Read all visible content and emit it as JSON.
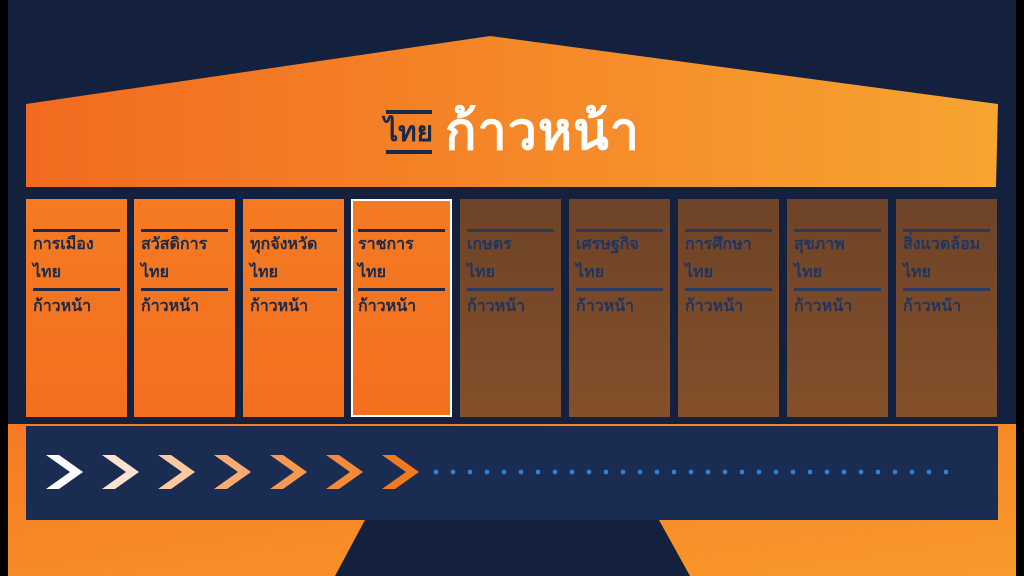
{
  "title": {
    "prefix": "ไทย",
    "main": "ก้าวหน้า"
  },
  "pillars": [
    {
      "line1": "การเมือง",
      "line2": "ไทย",
      "line3": "ก้าวหน้า",
      "state": "active"
    },
    {
      "line1": "สวัสดิการ",
      "line2": "ไทย",
      "line3": "ก้าวหน้า",
      "state": "active"
    },
    {
      "line1": "ทุกจังหวัด",
      "line2": "ไทย",
      "line3": "ก้าวหน้า",
      "state": "active"
    },
    {
      "line1": "ราชการ",
      "line2": "ไทย",
      "line3": "ก้าวหน้า",
      "state": "selected"
    },
    {
      "line1": "เกษตร",
      "line2": "ไทย",
      "line3": "ก้าวหน้า",
      "state": "inactive"
    },
    {
      "line1": "เศรษฐกิจ",
      "line2": "ไทย",
      "line3": "ก้าวหน้า",
      "state": "inactive"
    },
    {
      "line1": "การศึกษา",
      "line2": "ไทย",
      "line3": "ก้าวหน้า",
      "state": "inactive"
    },
    {
      "line1": "สุขภาพ",
      "line2": "ไทย",
      "line3": "ก้าวหน้า",
      "state": "inactive"
    },
    {
      "line1": "สิ่งแวดล้อม",
      "line2": "ไทย",
      "line3": "ก้าวหน้า",
      "state": "inactive"
    }
  ],
  "progress": {
    "completed_steps": 7,
    "remaining_dots": 31
  },
  "colors": {
    "navy": "#13213f",
    "orange": "#f47a20",
    "orange_light": "#f7a030",
    "dim": "#7a4a2a"
  }
}
